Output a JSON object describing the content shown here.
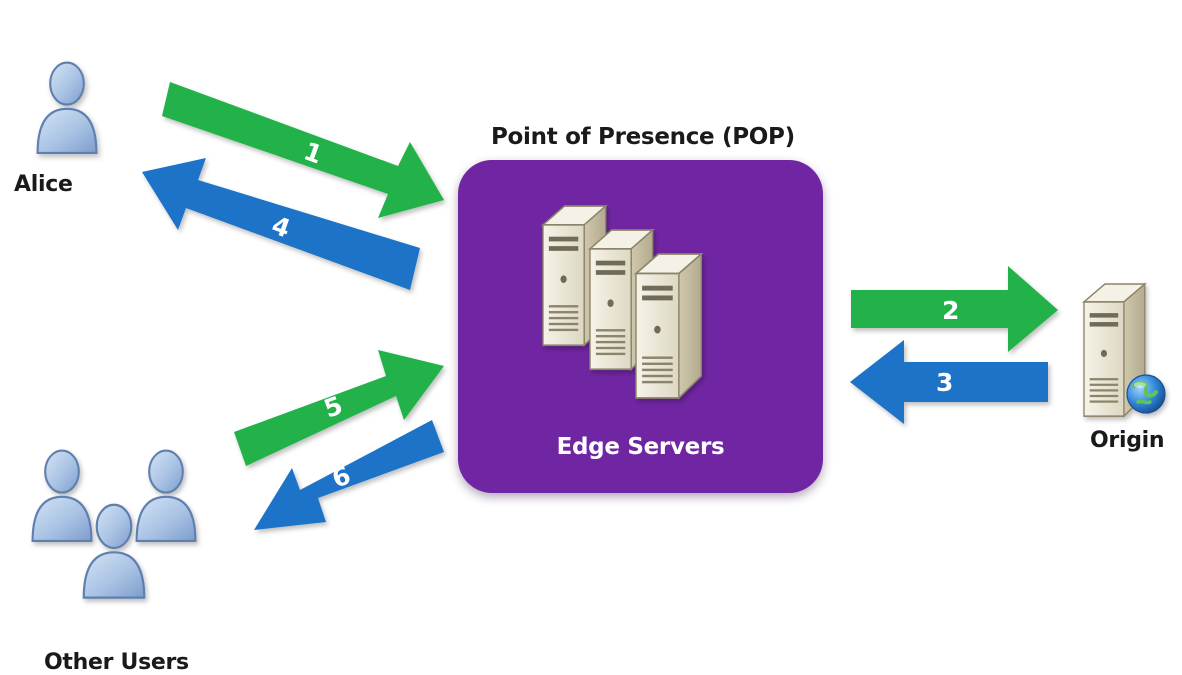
{
  "actors": {
    "alice": "Alice",
    "other_users": "Other Users",
    "origin": "Origin"
  },
  "pop": {
    "title": "Point of Presence (POP)",
    "servers_label": "Edge Servers"
  },
  "arrows": [
    {
      "step": "1",
      "from": "Alice",
      "to": "Point of Presence (POP)",
      "color": "#21b24a"
    },
    {
      "step": "2",
      "from": "Point of Presence (POP)",
      "to": "Origin",
      "color": "#21b24a"
    },
    {
      "step": "3",
      "from": "Origin",
      "to": "Point of Presence (POP)",
      "color": "#1a73c7"
    },
    {
      "step": "4",
      "from": "Point of Presence (POP)",
      "to": "Alice",
      "color": "#1a73c7"
    },
    {
      "step": "5",
      "from": "Other Users",
      "to": "Point of Presence (POP)",
      "color": "#21b24a"
    },
    {
      "step": "6",
      "from": "Point of Presence (POP)",
      "to": "Other Users",
      "color": "#1a73c7"
    }
  ],
  "colors": {
    "request_arrow": "#21b24a",
    "response_arrow": "#1a73c7",
    "pop_box": "#7026a2",
    "user_figure": "#a9c3e4",
    "server_body": "#eae6d6"
  },
  "icons": {
    "users": "person-icon",
    "servers": "server-icon",
    "origin_badge": "globe-icon"
  }
}
